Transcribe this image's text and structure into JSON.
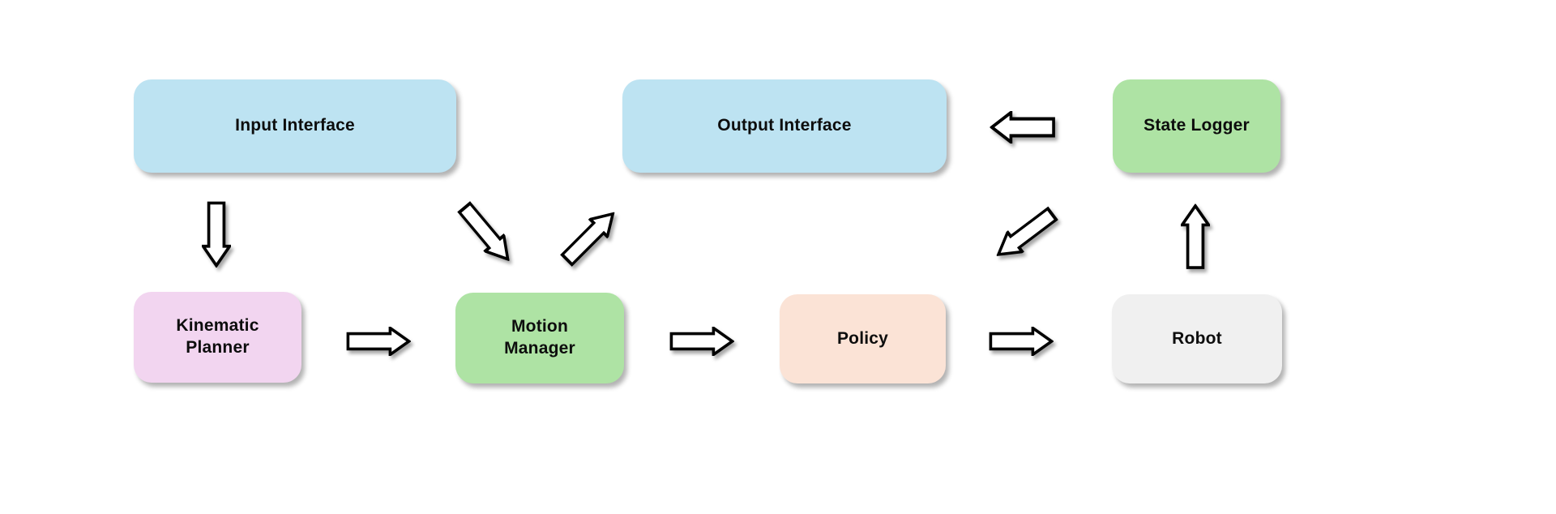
{
  "canvas": {
    "background": "#ffffff",
    "text_color": "#0d0d0d"
  },
  "arrow_style": {
    "fill": "#ffffff",
    "outline": "#000000"
  },
  "nodes": [
    {
      "id": "input-interface",
      "label": "Input Interface",
      "fill": "#bde3f2"
    },
    {
      "id": "output-interface",
      "label": "Output Interface",
      "fill": "#bde3f2"
    },
    {
      "id": "state-logger",
      "label": "State Logger",
      "fill": "#aee3a4"
    },
    {
      "id": "kinematic-planner",
      "label": "Kinematic\nPlanner",
      "fill": "#f2d5f0"
    },
    {
      "id": "motion-manager",
      "label": "Motion\nManager",
      "fill": "#aee3a4"
    },
    {
      "id": "policy",
      "label": "Policy",
      "fill": "#fbe3d6"
    },
    {
      "id": "robot",
      "label": "Robot",
      "fill": "#f0f0f0"
    }
  ],
  "arrows": [
    {
      "id": "input-to-kinematic",
      "from": "input-interface",
      "to": "kinematic-planner",
      "direction": "down"
    },
    {
      "id": "kinematic-to-motion",
      "from": "kinematic-planner",
      "to": "motion-manager",
      "direction": "right"
    },
    {
      "id": "input-to-motion",
      "from": "input-interface",
      "to": "motion-manager",
      "direction": "down-right"
    },
    {
      "id": "motion-to-output",
      "from": "motion-manager",
      "to": "output-interface",
      "direction": "up-right"
    },
    {
      "id": "motion-to-policy",
      "from": "motion-manager",
      "to": "policy",
      "direction": "right"
    },
    {
      "id": "policy-to-robot",
      "from": "policy",
      "to": "robot",
      "direction": "right"
    },
    {
      "id": "statelogger-to-output",
      "from": "state-logger",
      "to": "output-interface",
      "direction": "left"
    },
    {
      "id": "statelogger-to-policy",
      "from": "state-logger",
      "to": "policy",
      "direction": "down-left"
    },
    {
      "id": "robot-to-statelogger",
      "from": "robot",
      "to": "state-logger",
      "direction": "up"
    }
  ]
}
